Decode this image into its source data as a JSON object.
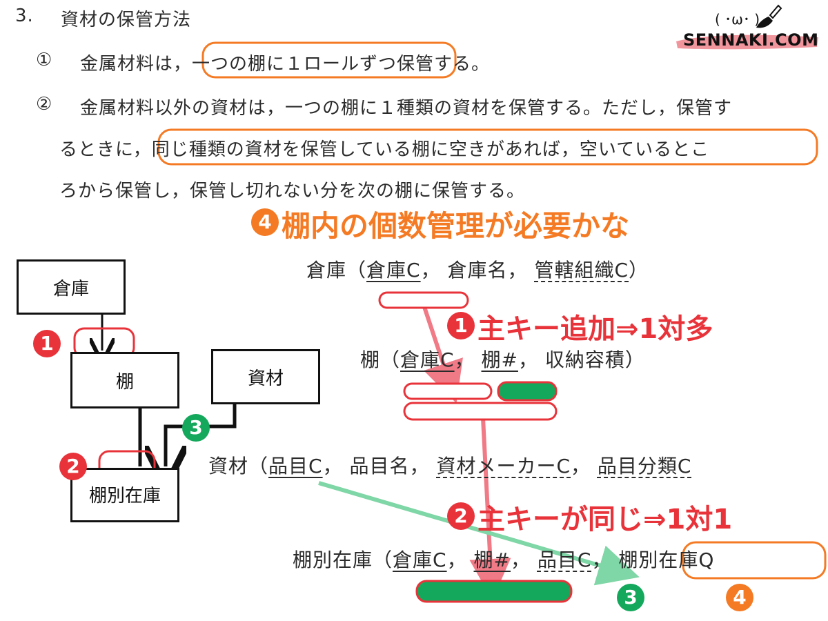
{
  "header": {
    "section": "3.",
    "title": "資材の保管方法"
  },
  "rules": {
    "r1_num": "①",
    "r1_pre": "金属材料は，",
    "r1_hl": "一つの棚に１ロールずつ保",
    "r1_post": "管する。",
    "r2_num": "②",
    "r2_line1": "金属材料以外の資材は，一つの棚に１種類の資材を保管する。ただし，保管す",
    "r2_line2_pre": "るときに，",
    "r2_line2_hl": "同じ種類の資材を保管している棚に空きがあれば，空いているとこ",
    "r2_line3": "ろから保管し，保管し切れない分を次の棚に保管する。"
  },
  "logo": {
    "text": "SENNAKI.COM",
    "face": "( ･ω･ )"
  },
  "annotations": {
    "a4_badge": "4",
    "a4_text": "棚内の個数管理が必要かな",
    "a1_badge": "1",
    "a1_text": "主キー追加⇒1対多",
    "a2_badge": "2",
    "a2_text": "主キーが同じ⇒1対1",
    "bottom_badge3": "3",
    "bottom_badge4": "4"
  },
  "er_diagram": {
    "entity_warehouse": "倉庫",
    "entity_shelf": "棚",
    "entity_material": "資材",
    "entity_shelf_stock": "棚別在庫",
    "badge1": "1",
    "badge2": "2",
    "badge3": "3"
  },
  "schemas": {
    "warehouse": {
      "name": "倉庫（",
      "attr_pk": "倉庫C",
      "sep1": "，",
      "attr2": "倉庫名",
      "sep2": "，",
      "attr_fk": "管轄組織C",
      "close": "）"
    },
    "shelf": {
      "name": "棚（",
      "attr_pk1": "倉庫C",
      "sep1": "，",
      "attr_pk2": "棚#",
      "sep2": "，",
      "attr3": "収納容積",
      "close": "）"
    },
    "material": {
      "name": "資材（",
      "attr_pk": "品目C",
      "sep1": "，",
      "attr2": "品目名",
      "sep2": "，",
      "attr_fk1": "資材メーカーC",
      "sep3": "，",
      "attr_fk2": "品目分類C"
    },
    "shelf_stock": {
      "name": "棚別在庫（",
      "attr_pk1": "倉庫C",
      "sep1": "，",
      "attr_pk2": "棚#",
      "sep2": "，",
      "attr_pk3": "品目C",
      "sep3": "，",
      "attr4": "棚別在庫Q"
    }
  },
  "colors": {
    "red": "#e8333a",
    "green": "#14a85c",
    "orange": "#f47a24",
    "pink_arrow": "#f07a86",
    "green_arrow": "#7fd6a6"
  }
}
